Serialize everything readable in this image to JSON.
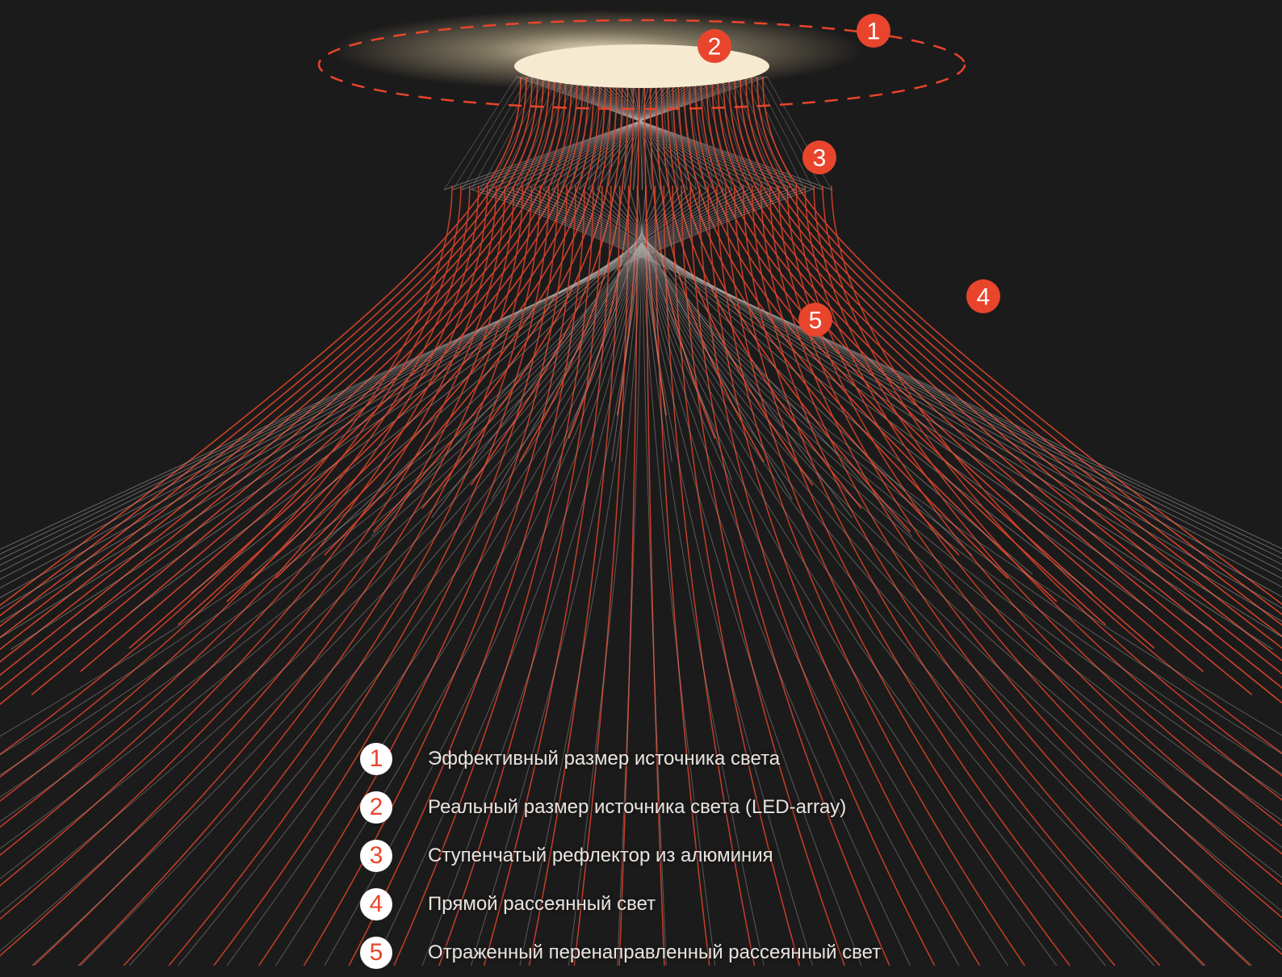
{
  "colors": {
    "background": "#1c1b1b",
    "accent_red": "#e8452c",
    "ray_red": "#d8432a",
    "ray_grey": "#a9a6a4",
    "led_glow": "#f6ead0",
    "badge_bg": "#ffffff"
  },
  "markers": [
    {
      "num": "1",
      "icon": "number-badge-icon"
    },
    {
      "num": "2",
      "icon": "number-badge-icon"
    },
    {
      "num": "3",
      "icon": "number-badge-icon"
    },
    {
      "num": "4",
      "icon": "number-badge-icon"
    },
    {
      "num": "5",
      "icon": "number-badge-icon"
    }
  ],
  "legend": [
    {
      "num": "1",
      "text": "Эффективный размер источника света"
    },
    {
      "num": "2",
      "text": "Реальный размер источника света (LED-array)"
    },
    {
      "num": "3",
      "text": "Ступенчатый рефлектор из алюминия"
    },
    {
      "num": "4",
      "text": "Прямой рассеянный свет"
    },
    {
      "num": "5",
      "text": "Отраженный перенаправленный рассеянный свет"
    }
  ]
}
